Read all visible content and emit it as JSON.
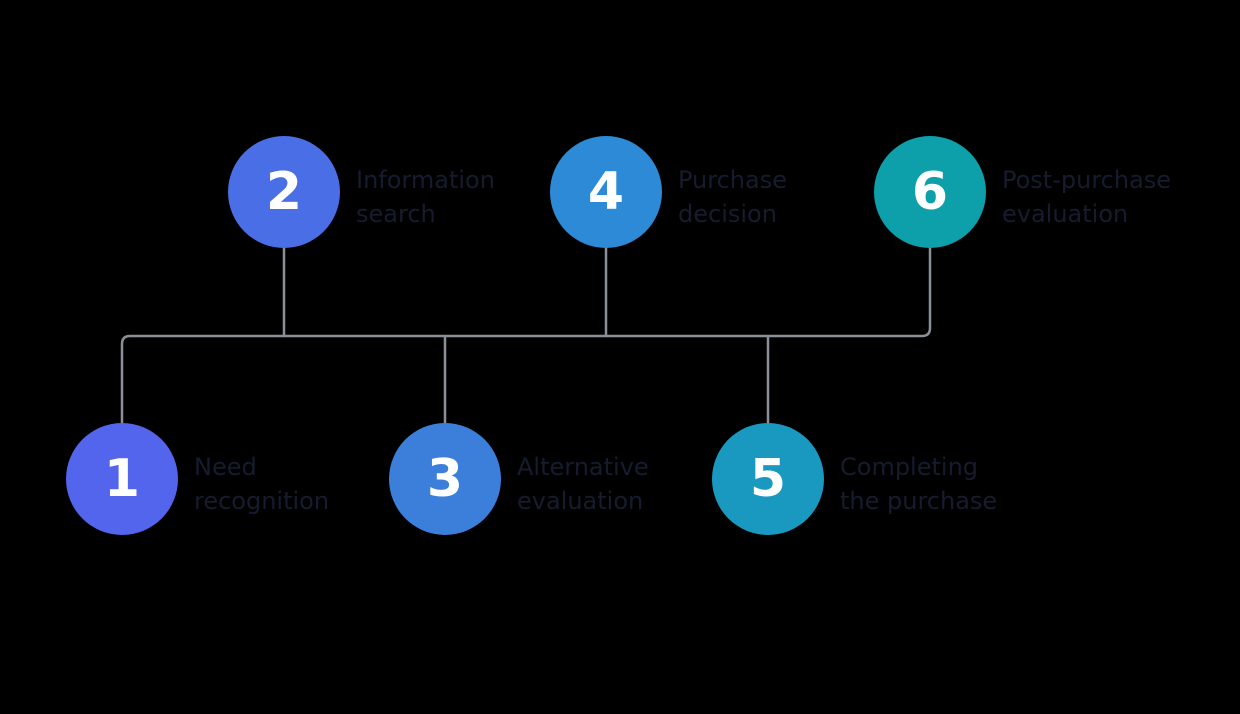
{
  "diagram": {
    "colors": {
      "background": "#000000",
      "connector": "#8a8f99",
      "label_text": "#161c2e",
      "number_text": "#ffffff"
    },
    "steps": [
      {
        "number": "1",
        "line1": "Need",
        "line2": "recognition",
        "color": "#5265ec",
        "row": "bottom"
      },
      {
        "number": "2",
        "line1": "Information",
        "line2": "search",
        "color": "#4a6ee6",
        "row": "top"
      },
      {
        "number": "3",
        "line1": "Alternative",
        "line2": "evaluation",
        "color": "#3b7fdb",
        "row": "bottom"
      },
      {
        "number": "4",
        "line1": "Purchase",
        "line2": "decision",
        "color": "#2c8ad6",
        "row": "top"
      },
      {
        "number": "5",
        "line1": "Completing",
        "line2": "the purchase",
        "color": "#1999bf",
        "row": "bottom"
      },
      {
        "number": "6",
        "line1": "Post-purchase",
        "line2": "evaluation",
        "color": "#0da0aa",
        "row": "top"
      }
    ]
  }
}
